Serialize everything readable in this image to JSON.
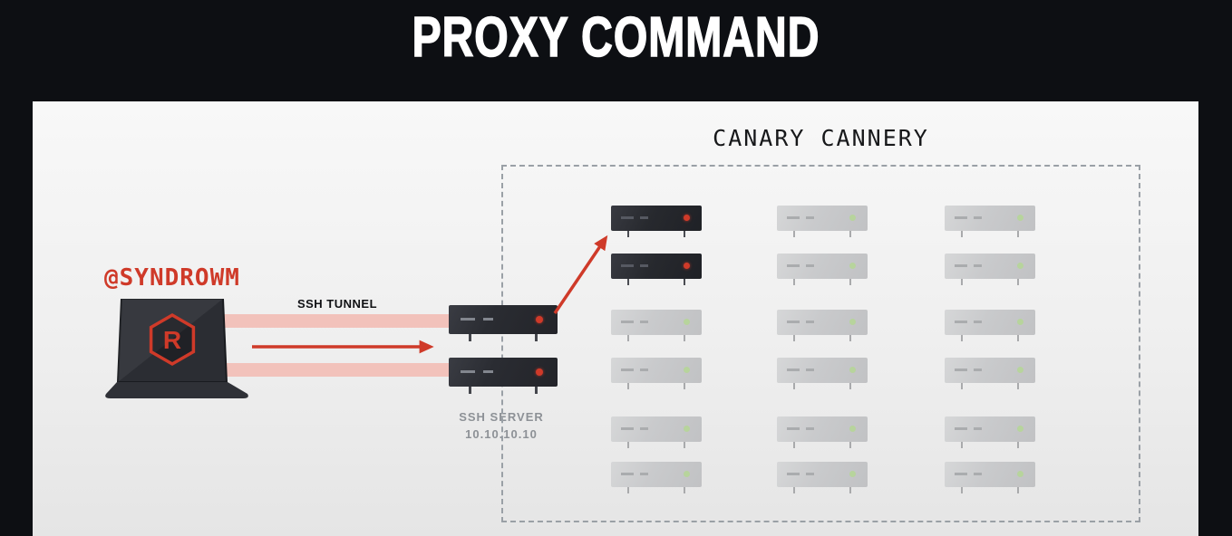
{
  "title": "PROXY COMMAND",
  "attacker": {
    "handle": "@SYNDROWM",
    "logo_letter": "R"
  },
  "tunnel": {
    "label": "SSH TUNNEL"
  },
  "ssh_server": {
    "label": "SSH SERVER",
    "ip": "10.10.10.10"
  },
  "canary": {
    "title": "CANARY CANNERY",
    "grid": {
      "columns": 3,
      "rows": 6,
      "compromised": [
        [
          0,
          0
        ],
        [
          1,
          0
        ]
      ]
    }
  },
  "colors": {
    "background": "#0d0f13",
    "accent_red": "#cf3a29",
    "tunnel_pink": "#f2bdb5",
    "panel_top": "#f8f8f8",
    "panel_bottom": "#e5e5e5",
    "server_gray": "#c9cacc",
    "server_dark": "#27292e",
    "led_green": "#b7d49c",
    "dashed_border": "#9aa0a6",
    "label_gray": "#8d9196",
    "text_dark": "#17181a"
  }
}
